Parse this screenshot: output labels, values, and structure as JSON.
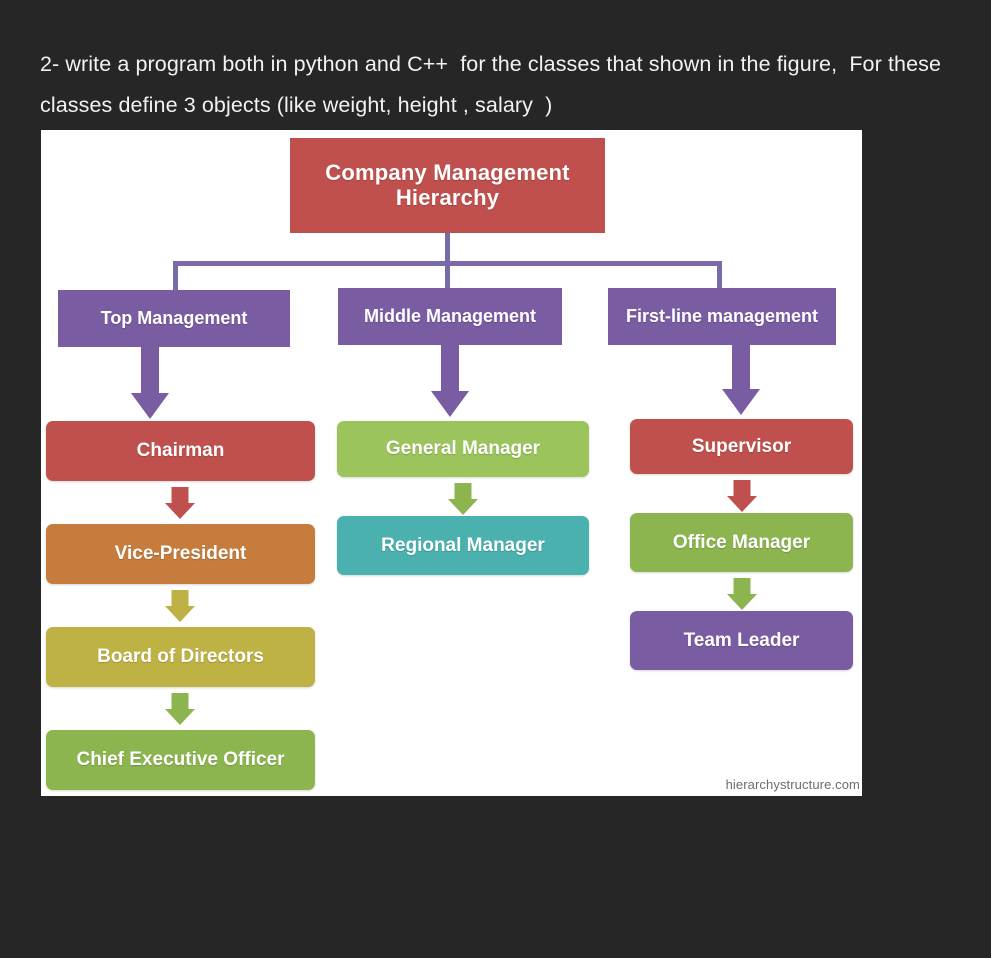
{
  "question": {
    "text": "2- write a program both in python and C++  for the classes that shown in the figure,  For these classes define 3 objects (like weight, height , salary  )"
  },
  "diagram": {
    "title": {
      "label": "Company Management Hierarchy",
      "color": "#c0504d"
    },
    "levels": [
      {
        "label": "Top Management",
        "color": "#7a5ca3"
      },
      {
        "label": "Middle Management",
        "color": "#7a5ca3"
      },
      {
        "label": "First-line management",
        "color": "#7a5ca3"
      }
    ],
    "connector_color": "#7a6aa8",
    "columns": [
      {
        "name": "top-management",
        "roles": [
          {
            "label": "Chairman",
            "color": "#c0504d"
          },
          {
            "label": "Vice-President",
            "color": "#c57c3c"
          },
          {
            "label": "Board of Directors",
            "color": "#bfb245"
          },
          {
            "label": "Chief Executive Officer",
            "color": "#8cb44f"
          }
        ]
      },
      {
        "name": "middle-management",
        "roles": [
          {
            "label": "General Manager",
            "color": "#9bc košice"
          },
          {
            "label": "Regional Manager",
            "color": "#4bb1ae"
          }
        ]
      },
      {
        "name": "first-line-management",
        "roles": [
          {
            "label": "Supervisor",
            "color": "#c0504d"
          },
          {
            "label": "Office Manager",
            "color": "#8cb44f"
          },
          {
            "label": "Team Leader",
            "color": "#7a5ca3"
          }
        ]
      }
    ],
    "watermark": "hierarchystructure.com"
  }
}
